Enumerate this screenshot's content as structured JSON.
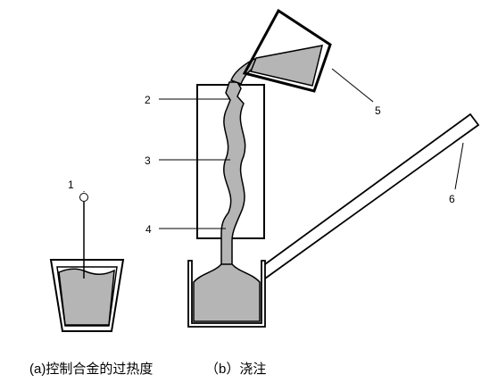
{
  "labels": {
    "l1": "1",
    "l2": "2",
    "l3": "3",
    "l4": "4",
    "l5": "5",
    "l6": "6"
  },
  "caption": {
    "a": "(a)控制合金的过热度",
    "b": "（b）浇注"
  },
  "colors": {
    "melt": "#b5b5b5",
    "outline": "#000000",
    "background": "#ffffff"
  }
}
